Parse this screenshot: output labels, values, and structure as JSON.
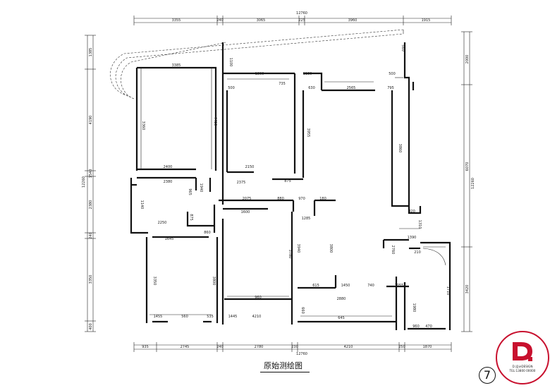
{
  "caption": "原始测绘图",
  "page_number": "7",
  "logo": {
    "text_line1": "D.设计DESIGN",
    "text_line2": "TEL:13800 00000",
    "accent_color": "#c8102e"
  },
  "dimensions": {
    "top_total": "12760",
    "top_segments": [
      "3355",
      "240",
      "3065",
      "225",
      "3960",
      "1915"
    ],
    "bottom_total": "12760",
    "bottom_segments": [
      "935",
      "2745",
      "240",
      "2780",
      "230",
      "4210",
      "250",
      "1870"
    ],
    "left_segments": [
      "1385",
      "4190",
      "1540",
      "2380",
      "240",
      "3350",
      "400"
    ],
    "left_total": "12260",
    "right_segments": [
      "2000",
      "6070",
      "3420"
    ],
    "right_total": "12260",
    "interior": [
      "3385",
      "4410",
      "3360",
      "1100",
      "1800",
      "1130",
      "500",
      "500",
      "735",
      "630",
      "3955",
      "2565",
      "795",
      "560",
      "3860",
      "2150",
      "2375",
      "875",
      "2400",
      "2380",
      "1940",
      "965",
      "2075",
      "880",
      "970",
      "180",
      "1600",
      "1140",
      "2250",
      "875",
      "860",
      "1645",
      "3350",
      "3800",
      "3780",
      "3800",
      "1285",
      "3940",
      "1310",
      "820",
      "1390",
      "210",
      "2760",
      "960",
      "615",
      "1450",
      "740",
      "1055",
      "2880",
      "1710",
      "1980",
      "660",
      "1455",
      "560",
      "535",
      "1445",
      "4210",
      "645",
      "960",
      "470"
    ]
  }
}
